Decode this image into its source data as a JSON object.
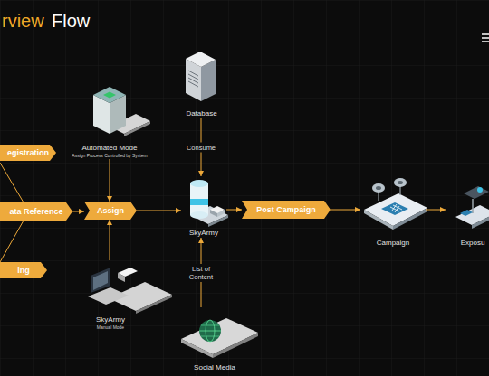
{
  "diagram": {
    "title": "rview",
    "nodes": [
      {
        "text": [
          "egistration"
        ]
      },
      {
        "text": [
          "ata Reference"
        ]
      },
      {
        "text": [
          "ing"
        ]
      },
      {
        "text": [
          "Automated Mode",
          "Assign Process Controlled by System"
        ]
      },
      {
        "text": [
          "Database"
        ]
      },
      {
        "text": [
          "Assign"
        ]
      },
      {
        "text": [
          "SkyArmy"
        ]
      },
      {
        "text": [
          "Post Campaign"
        ]
      },
      {
        "text": [
          "Campaign"
        ]
      },
      {
        "text": [
          "Exposu"
        ]
      },
      {
        "text": [
          "SkyArmy",
          "Manual Mode"
        ]
      },
      {
        "text": [
          "Social Media"
        ]
      }
    ],
    "edges": [
      {
        "from": 1,
        "to": 5,
        "arrow": "to"
      },
      {
        "from": 3,
        "to": 5,
        "arrow": "to"
      },
      {
        "from": 10,
        "to": 5,
        "arrow": "to"
      },
      {
        "from": 5,
        "to": 6,
        "arrow": "to"
      },
      {
        "from": 4,
        "to": 6,
        "label": "Consume",
        "arrow": "to"
      },
      {
        "from": 11,
        "to": 6,
        "label": "List of Content",
        "arrow": "to"
      },
      {
        "from": 6,
        "to": 7,
        "arrow": "to"
      },
      {
        "from": 7,
        "to": 8,
        "arrow": "to"
      },
      {
        "from": 8,
        "to": 9,
        "arrow": "to"
      }
    ],
    "labels": [
      "Flow"
    ]
  }
}
